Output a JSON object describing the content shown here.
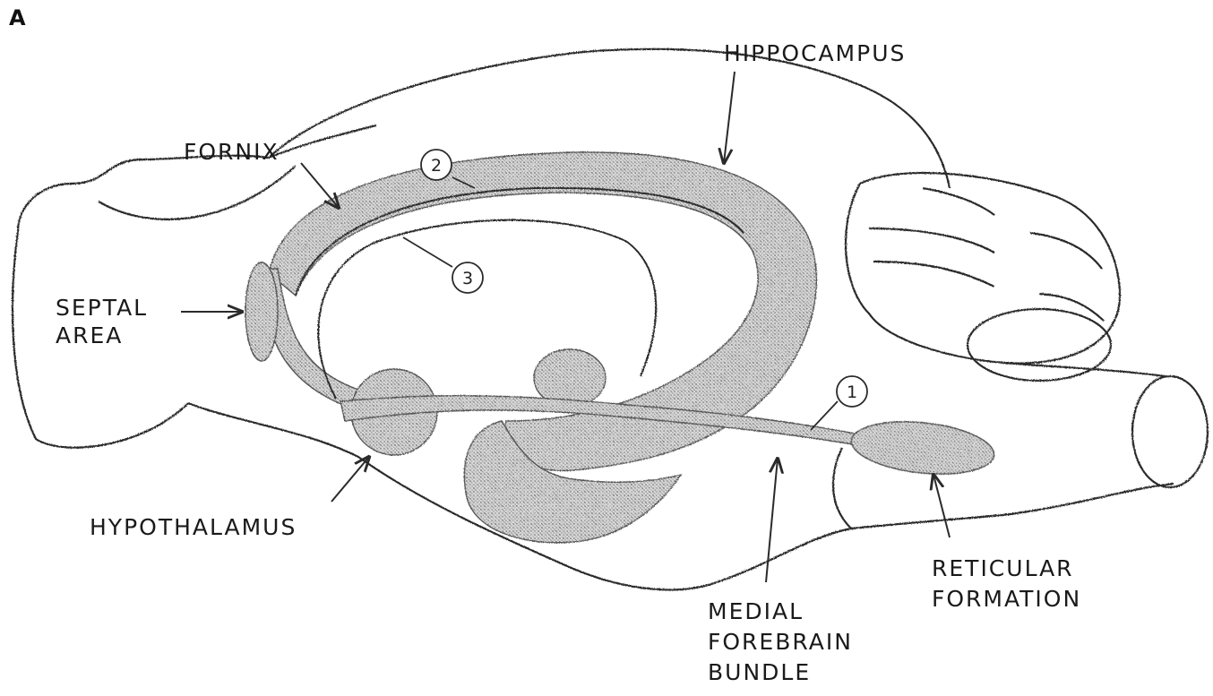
{
  "panel_letter": "A",
  "labels": {
    "hippocampus": "HIPPOCAMPUS",
    "fornix": "FORNIX",
    "septal_area": [
      "SEPTAL",
      "AREA"
    ],
    "hypothalamus": "HYPOTHALAMUS",
    "medial_forebrain_bundle": [
      "MEDIAL",
      "FOREBRAIN",
      "BUNDLE"
    ],
    "reticular_formation": [
      "RETICULAR",
      "FORMATION"
    ]
  },
  "pathway_numbers": [
    "1",
    "2",
    "3"
  ],
  "colors": {
    "ink": "#2a2a2a",
    "stipple": "#9a9a9a"
  }
}
